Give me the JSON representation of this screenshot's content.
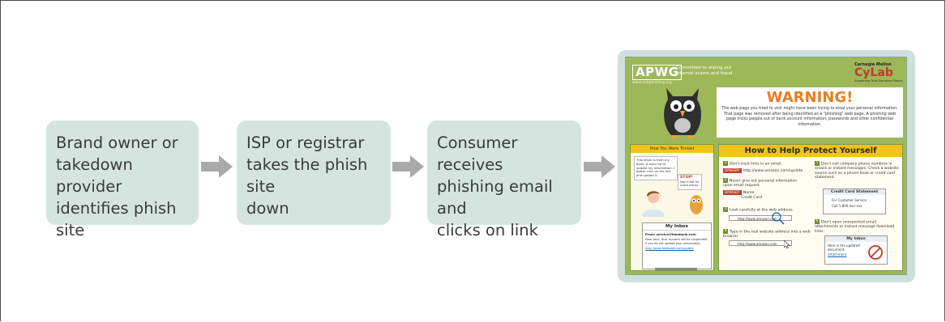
{
  "steps": [
    {
      "text": "Brand owner or\ntakedown provider\nidentifies phish site"
    },
    {
      "text": "ISP or registrar\ntakes the phish site\ndown"
    },
    {
      "text": "Consumer receives\nphishing email and\nclicks on link"
    }
  ],
  "poster": {
    "apwg_logo": "APWG",
    "apwg_url": "www.antiphishing.org",
    "apwg_tagline": "Committed to wiping out internet scams and fraud",
    "cmu": "Carnegie Mellon",
    "cylab": "CyLab",
    "cylab_sub": "Supporting Trust Decisions Project",
    "warning_title": "WARNING!",
    "warning_text": "The web page you tried to visit might have been trying to steal your personal information. That page was removed after being identified as a \"phishing\" web page. A phishing web page tricks people out of bank account information, passwords and other confidential information.",
    "left_heading": "How You Were Tricked",
    "left_email_text": "This email is from my bank. It asks me to update my information. I better click on the link and update it.",
    "stop_title": "STOP!",
    "stop_text": "Don't fall for scam email.",
    "inbox_title": "My Inbox",
    "inbox_from": "From: service@fakebank.com",
    "inbox_body": "Dear Jane, Your account will be suspended if you do not update your information.",
    "inbox_link": "http://www.fakebank.com/update",
    "right_heading": "How to Help Protect Yourself",
    "tips": [
      {
        "n": "1",
        "text": "Don't trust links in an email."
      },
      {
        "n": "2",
        "text": "Never give out personal information upon email request."
      },
      {
        "n": "3",
        "text": "Look carefully at the web address."
      },
      {
        "n": "4",
        "text": "Type in the real website address into a web browser."
      },
      {
        "n": "5",
        "text": "Don't call company phone numbers in emails or instant messages. Check a website source such as a phone book or credit card statement."
      },
      {
        "n": "6",
        "text": "Don't open unexpected email attachments or instant message download links."
      }
    ],
    "danger_label": "DANGER!",
    "danger_url": "http://www.amazon.com/update",
    "danger_form_name": "Name",
    "danger_form_card": "Credit Card",
    "url_example_1": "http://www.amazon.com",
    "url_example_2": "http://www.amazon.com",
    "credit_card_title": "Credit Card Statement",
    "credit_card_service": "For Customer Service",
    "credit_card_phone": "Call 1-800-xxx-xxx",
    "inbox2_title": "My Inbox",
    "inbox2_text": "Here is the updated document.",
    "inbox2_link": "attachment"
  },
  "colors": {
    "step_bg": "#d4e5e0",
    "arrow": "#a9a9a9",
    "poster_green": "#9db858",
    "warning_orange": "#e67e22",
    "header_yellow": "#f0c419"
  }
}
